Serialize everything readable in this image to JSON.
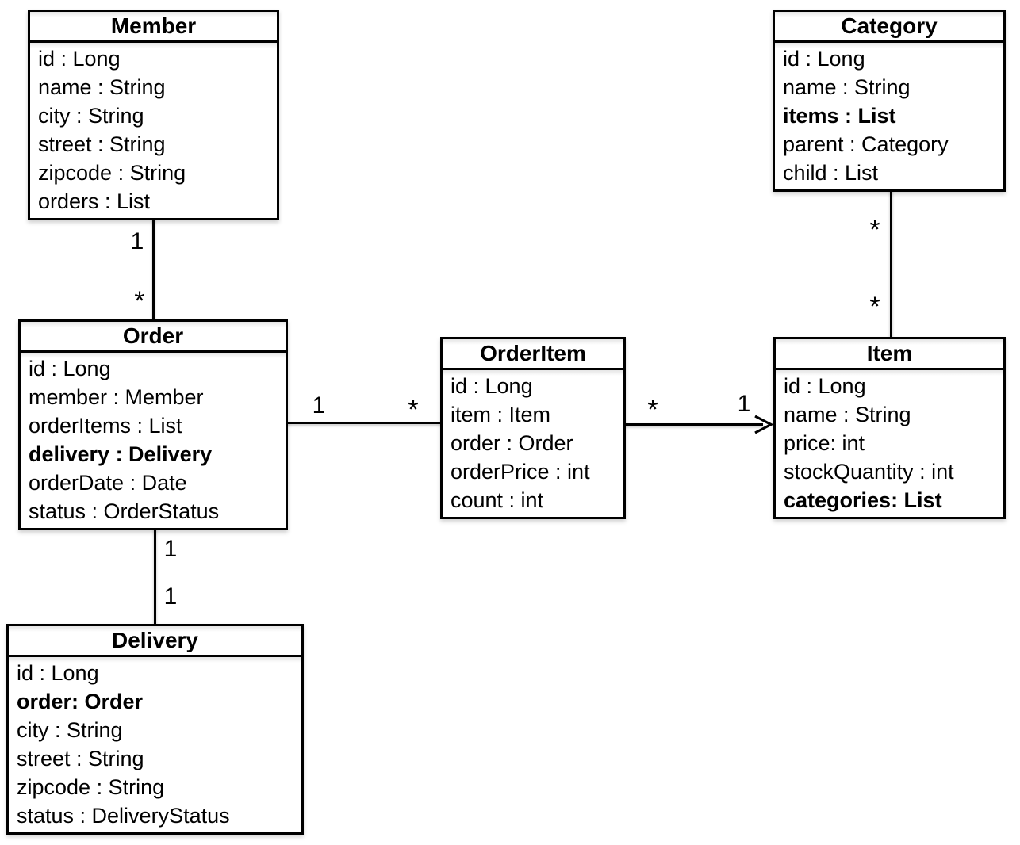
{
  "diagram": {
    "type": "uml-class-diagram",
    "classes": [
      {
        "name": "Member",
        "fields": [
          {
            "text": "id : Long",
            "bold": false
          },
          {
            "text": "name : String",
            "bold": false
          },
          {
            "text": "city : String",
            "bold": false
          },
          {
            "text": "street : String",
            "bold": false
          },
          {
            "text": "zipcode : String",
            "bold": false
          },
          {
            "text": "orders : List",
            "bold": false
          }
        ]
      },
      {
        "name": "Category",
        "fields": [
          {
            "text": "id : Long",
            "bold": false
          },
          {
            "text": "name : String",
            "bold": false
          },
          {
            "text": "items : List",
            "bold": true
          },
          {
            "text": "parent : Category",
            "bold": false
          },
          {
            "text": "child : List",
            "bold": false
          }
        ]
      },
      {
        "name": "Order",
        "fields": [
          {
            "text": "id : Long",
            "bold": false
          },
          {
            "text": "member : Member",
            "bold": false
          },
          {
            "text": "orderItems : List",
            "bold": false
          },
          {
            "text": "delivery : Delivery",
            "bold": true
          },
          {
            "text": "orderDate : Date",
            "bold": false
          },
          {
            "text": "status : OrderStatus",
            "bold": false
          }
        ]
      },
      {
        "name": "OrderItem",
        "fields": [
          {
            "text": "id : Long",
            "bold": false
          },
          {
            "text": "item : Item",
            "bold": false
          },
          {
            "text": "order : Order",
            "bold": false
          },
          {
            "text": "orderPrice : int",
            "bold": false
          },
          {
            "text": "count : int",
            "bold": false
          }
        ]
      },
      {
        "name": "Item",
        "fields": [
          {
            "text": "id : Long",
            "bold": false
          },
          {
            "text": "name : String",
            "bold": false
          },
          {
            "text": "price: int",
            "bold": false
          },
          {
            "text": "stockQuantity : int",
            "bold": false
          },
          {
            "text": "categories: List",
            "bold": true
          }
        ]
      },
      {
        "name": "Delivery",
        "fields": [
          {
            "text": "id : Long",
            "bold": false
          },
          {
            "text": "order: Order",
            "bold": true
          },
          {
            "text": "city : String",
            "bold": false
          },
          {
            "text": "street : String",
            "bold": false
          },
          {
            "text": "zipcode : String",
            "bold": false
          },
          {
            "text": "status : DeliveryStatus",
            "bold": false
          }
        ]
      }
    ],
    "relationships": [
      {
        "source": "Member",
        "target": "Order",
        "source_label": "1",
        "target_label": "*",
        "arrow": "none"
      },
      {
        "source": "Order",
        "target": "Delivery",
        "source_label": "1",
        "target_label": "1",
        "arrow": "none"
      },
      {
        "source": "Order",
        "target": "OrderItem",
        "source_label": "1",
        "target_label": "*",
        "arrow": "none"
      },
      {
        "source": "OrderItem",
        "target": "Item",
        "source_label": "*",
        "target_label": "1",
        "arrow": "open-arrow-into-Item"
      },
      {
        "source": "Category",
        "target": "Item",
        "source_label": "*",
        "target_label": "*",
        "arrow": "none"
      }
    ],
    "colors": {
      "line": "#000000",
      "text": "#000000",
      "box_fill": "#ffffff",
      "background": "#ffffff"
    }
  }
}
